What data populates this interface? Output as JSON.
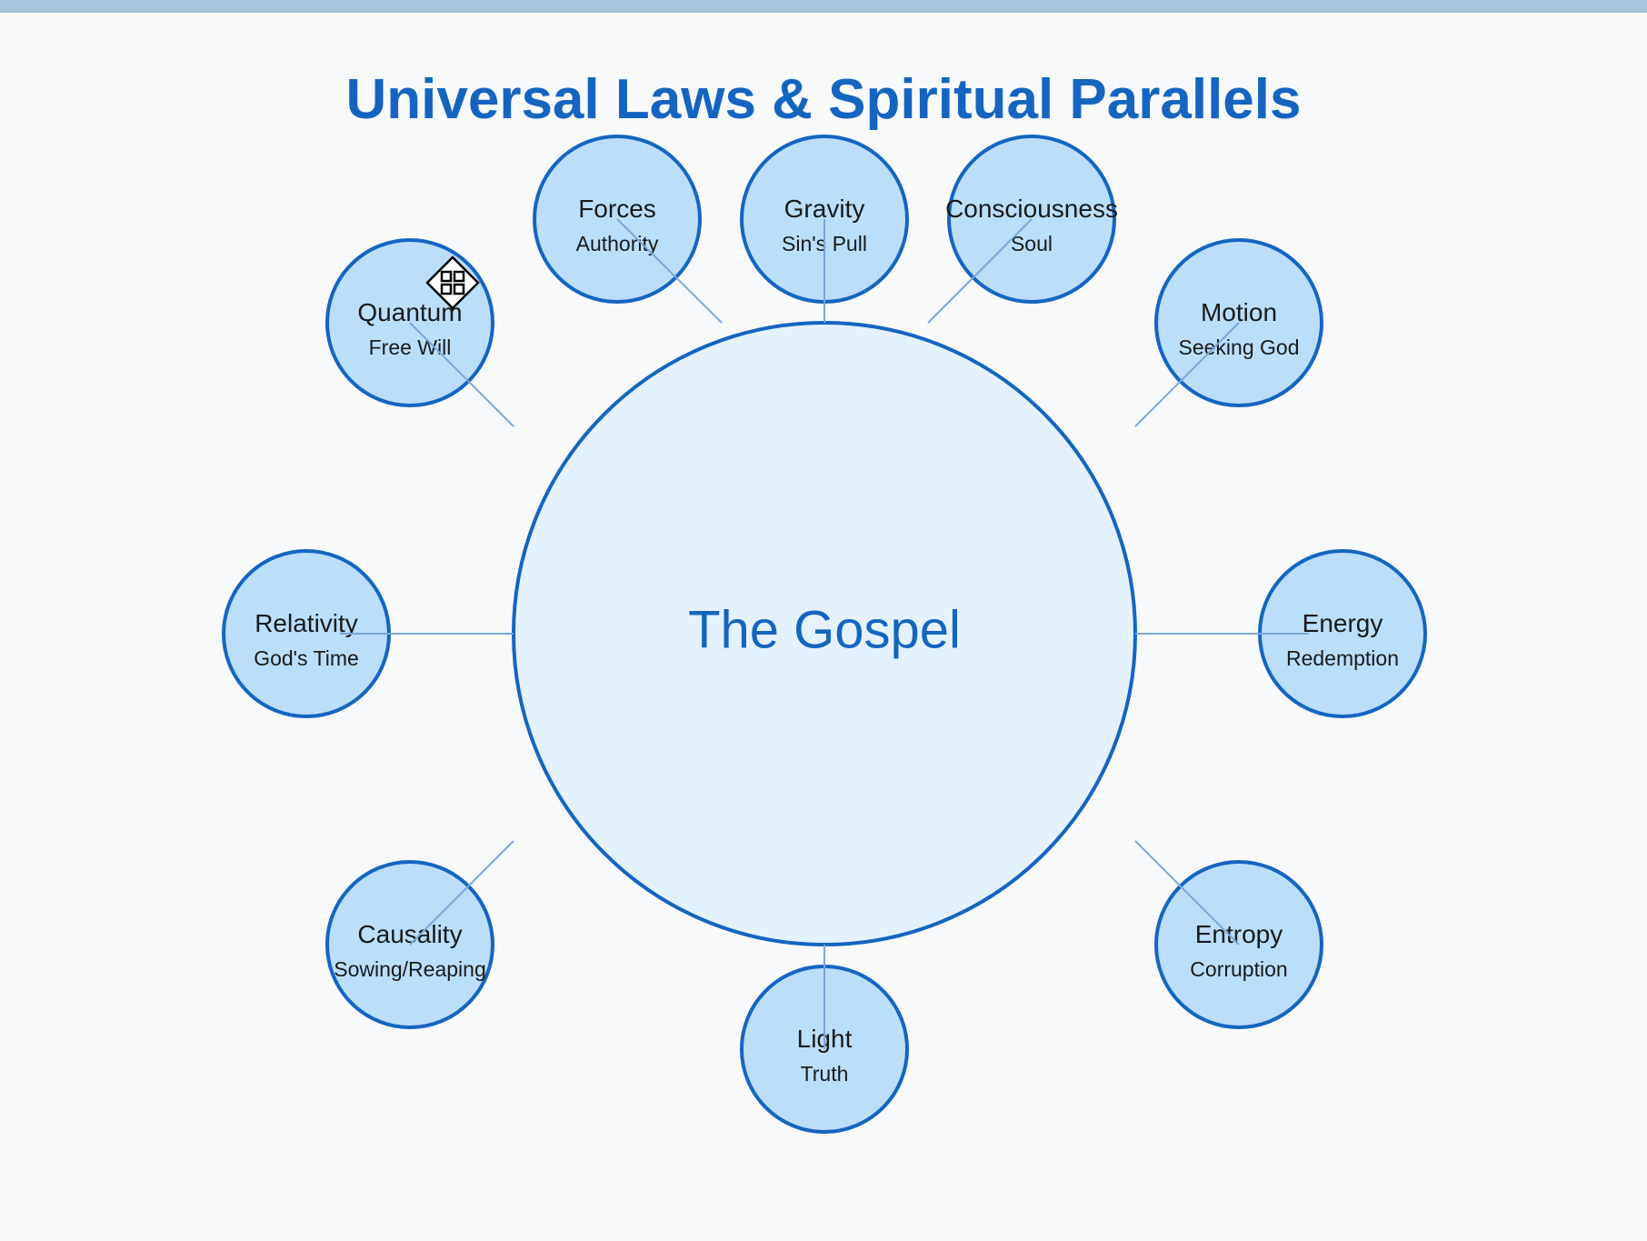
{
  "title": "Universal Laws & Spiritual Parallels",
  "center": {
    "label": "The Gospel"
  },
  "nodes": [
    {
      "name": "Forces",
      "subtitle": "Authority"
    },
    {
      "name": "Gravity",
      "subtitle": "Sin's Pull"
    },
    {
      "name": "Consciousness",
      "subtitle": "Soul"
    },
    {
      "name": "Motion",
      "subtitle": "Seeking God"
    },
    {
      "name": "Energy",
      "subtitle": "Redemption"
    },
    {
      "name": "Entropy",
      "subtitle": "Corruption"
    },
    {
      "name": "Light",
      "subtitle": "Truth"
    },
    {
      "name": "Causality",
      "subtitle": "Sowing/Reaping"
    },
    {
      "name": "Relativity",
      "subtitle": "God's Time"
    },
    {
      "name": "Quantum",
      "subtitle": "Free Will"
    }
  ],
  "colors": {
    "accent": "#1565c0",
    "node_fill": "#bbdefb",
    "center_fill": "#e3f2fd",
    "connector": "#7aa7d8",
    "topbar": "#a7c4dd"
  },
  "cursor": {
    "icon": "move-cursor-icon"
  }
}
